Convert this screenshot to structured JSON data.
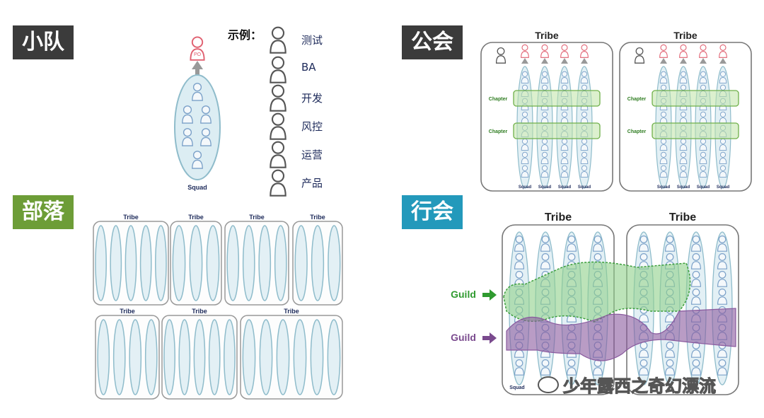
{
  "sections": {
    "squad": {
      "label": "小队",
      "color": "#3b3b3b",
      "caption": "Squad"
    },
    "tribe": {
      "label": "部落",
      "color": "#6d9d37",
      "tribe_title": "Tribe"
    },
    "chapter": {
      "label": "公会",
      "color": "#3b3b3b",
      "tribe_title": "Tribe",
      "chapter_label": "Chapter",
      "squad_caption": "Squad"
    },
    "guild": {
      "label": "行会",
      "color": "#2399bb",
      "tribe_title": "Tribe",
      "guild_label": "Guild",
      "squad_caption": "Squad"
    }
  },
  "legend": {
    "title": "示例：",
    "items": [
      "测试",
      "BA",
      "开发",
      "风控",
      "运营",
      "产品"
    ]
  },
  "po_label": "PO",
  "watermark": "少年露西之奇幻漂流",
  "colors": {
    "people_outline": "#7aa0c8",
    "oval_fill": "#dcedf3",
    "oval_stroke": "#8fbccb",
    "po_red": "#e06070",
    "chapter_green": "#bfe3a6",
    "guild_green": "#8fd18a",
    "guild_purple": "#8a5a9e"
  }
}
